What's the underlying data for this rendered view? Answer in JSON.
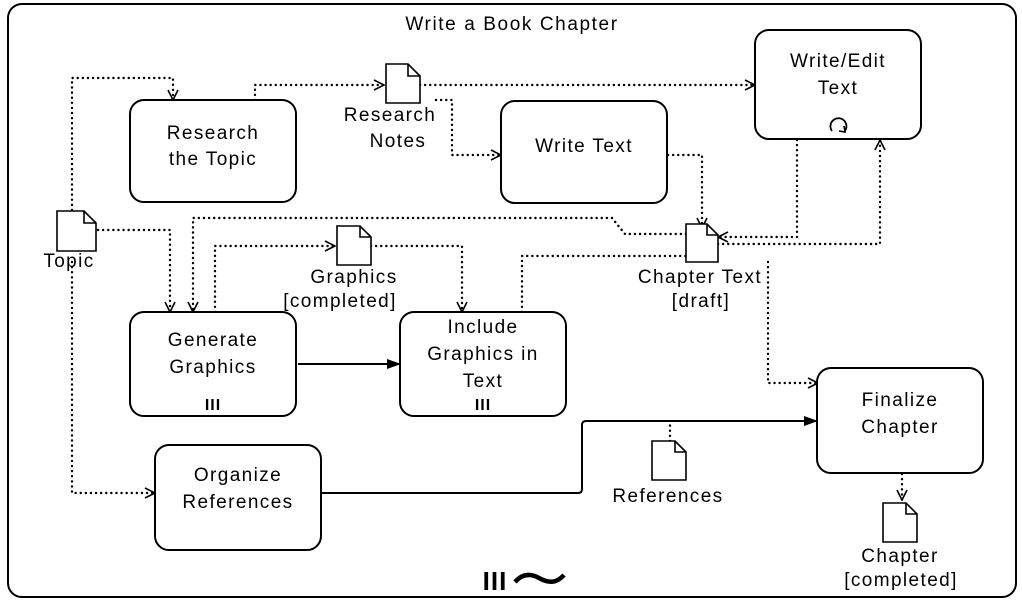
{
  "process": {
    "title": "Write a Book Chapter",
    "loop_marker": "III",
    "adhoc_marker": "~"
  },
  "tasks": {
    "research": [
      "Research",
      "the Topic"
    ],
    "write_text": [
      "Write Text"
    ],
    "write_edit": [
      "Write/Edit",
      "Text"
    ],
    "generate_graphics": [
      "Generate",
      "Graphics"
    ],
    "include_graphics": [
      "Include",
      "Graphics in",
      "Text"
    ],
    "organize_references": [
      "Organize",
      "References"
    ],
    "finalize_chapter": [
      "Finalize",
      "Chapter"
    ]
  },
  "task_markers": {
    "write_edit": "loop-icon",
    "generate_graphics": "III",
    "include_graphics": "III"
  },
  "data_objects": {
    "topic": [
      "Topic"
    ],
    "research_notes": [
      "Research",
      "Notes"
    ],
    "graphics_completed": [
      "Graphics",
      "[completed]"
    ],
    "chapter_text_draft": [
      "Chapter Text",
      "[draft]"
    ],
    "references": [
      "References"
    ],
    "chapter_completed": [
      "Chapter",
      "[completed]"
    ]
  }
}
